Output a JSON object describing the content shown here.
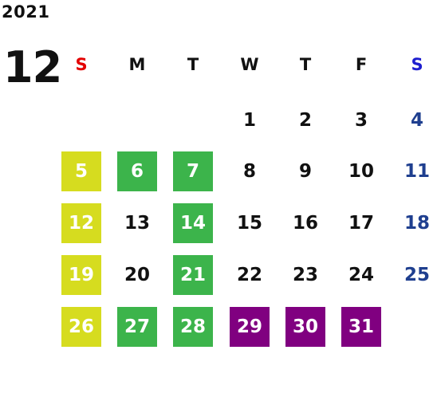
{
  "calendar": {
    "year": "2021",
    "month": "12",
    "weekdays": [
      {
        "label": "S",
        "color": "#e30000"
      },
      {
        "label": "M",
        "color": "#111111"
      },
      {
        "label": "T",
        "color": "#111111"
      },
      {
        "label": "W",
        "color": "#111111"
      },
      {
        "label": "T",
        "color": "#111111"
      },
      {
        "label": "F",
        "color": "#111111"
      },
      {
        "label": "S",
        "color": "#1e1ecf"
      }
    ],
    "colors": {
      "sunday_highlight": "#d6dc1f",
      "green_highlight": "#3cb44b",
      "purple_highlight": "#800080",
      "saturday_text": "#1f3f8f",
      "weekday_text": "#111111"
    },
    "weeks": [
      [
        {
          "day": "1",
          "col": 3
        },
        {
          "day": "2",
          "col": 4
        },
        {
          "day": "3",
          "col": 5
        },
        {
          "day": "4",
          "col": 6
        }
      ],
      [
        {
          "day": "5",
          "col": 0,
          "highlight": "sunday"
        },
        {
          "day": "6",
          "col": 1,
          "highlight": "green"
        },
        {
          "day": "7",
          "col": 2,
          "highlight": "green"
        },
        {
          "day": "8",
          "col": 3
        },
        {
          "day": "9",
          "col": 4
        },
        {
          "day": "10",
          "col": 5
        },
        {
          "day": "11",
          "col": 6
        }
      ],
      [
        {
          "day": "12",
          "col": 0,
          "highlight": "sunday"
        },
        {
          "day": "13",
          "col": 1
        },
        {
          "day": "14",
          "col": 2,
          "highlight": "green"
        },
        {
          "day": "15",
          "col": 3
        },
        {
          "day": "16",
          "col": 4
        },
        {
          "day": "17",
          "col": 5
        },
        {
          "day": "18",
          "col": 6
        }
      ],
      [
        {
          "day": "19",
          "col": 0,
          "highlight": "sunday"
        },
        {
          "day": "20",
          "col": 1
        },
        {
          "day": "21",
          "col": 2,
          "highlight": "green"
        },
        {
          "day": "22",
          "col": 3
        },
        {
          "day": "23",
          "col": 4
        },
        {
          "day": "24",
          "col": 5
        },
        {
          "day": "25",
          "col": 6
        }
      ],
      [
        {
          "day": "26",
          "col": 0,
          "highlight": "sunday"
        },
        {
          "day": "27",
          "col": 1,
          "highlight": "green"
        },
        {
          "day": "28",
          "col": 2,
          "highlight": "green"
        },
        {
          "day": "29",
          "col": 3,
          "highlight": "purple"
        },
        {
          "day": "30",
          "col": 4,
          "highlight": "purple"
        },
        {
          "day": "31",
          "col": 5,
          "highlight": "purple"
        }
      ]
    ]
  }
}
